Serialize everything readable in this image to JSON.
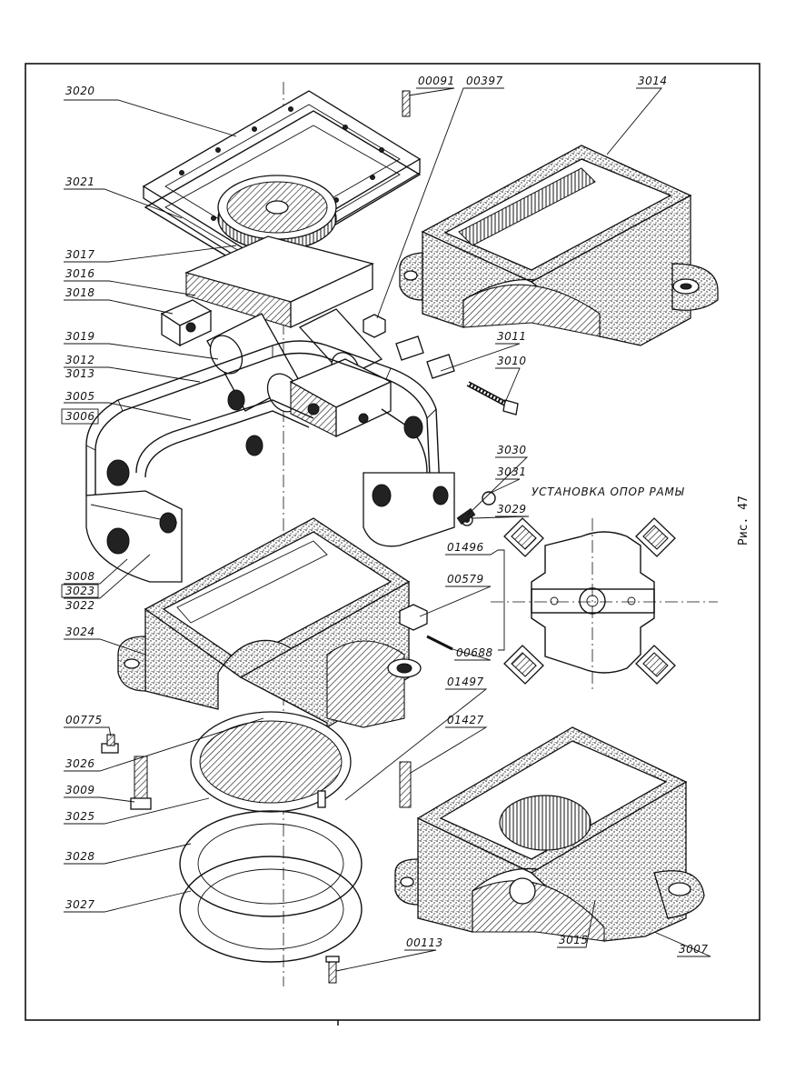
{
  "figure_label": "Рис. 47",
  "inset_title": "УСТАНОВКА ОПОР РАМЫ",
  "part_labels": {
    "p3020": "3020",
    "p3021": "3021",
    "p3017": "3017",
    "p3016": "3016",
    "p3018": "3018",
    "p3019": "3019",
    "p3012": "3012",
    "p3013": "3013",
    "p3005": "3005",
    "p3006": "3006",
    "p3008": "3008",
    "p3023": "3023",
    "p3022": "3022",
    "p3024": "3024",
    "p00775": "00775",
    "p3026": "3026",
    "p3009": "3009",
    "p3025": "3025",
    "p3028": "3028",
    "p3027": "3027",
    "p00091": "00091",
    "p00397": "00397",
    "p3014": "3014",
    "p3011": "3011",
    "p3010": "3010",
    "p3030": "3030",
    "p3031": "3031",
    "p3029": "3029",
    "p01496": "01496",
    "p00579": "00579",
    "p00688": "00688",
    "p01497": "01497",
    "p01427": "01427",
    "p00113": "00113",
    "p3015": "3015",
    "p3007": "3007"
  }
}
